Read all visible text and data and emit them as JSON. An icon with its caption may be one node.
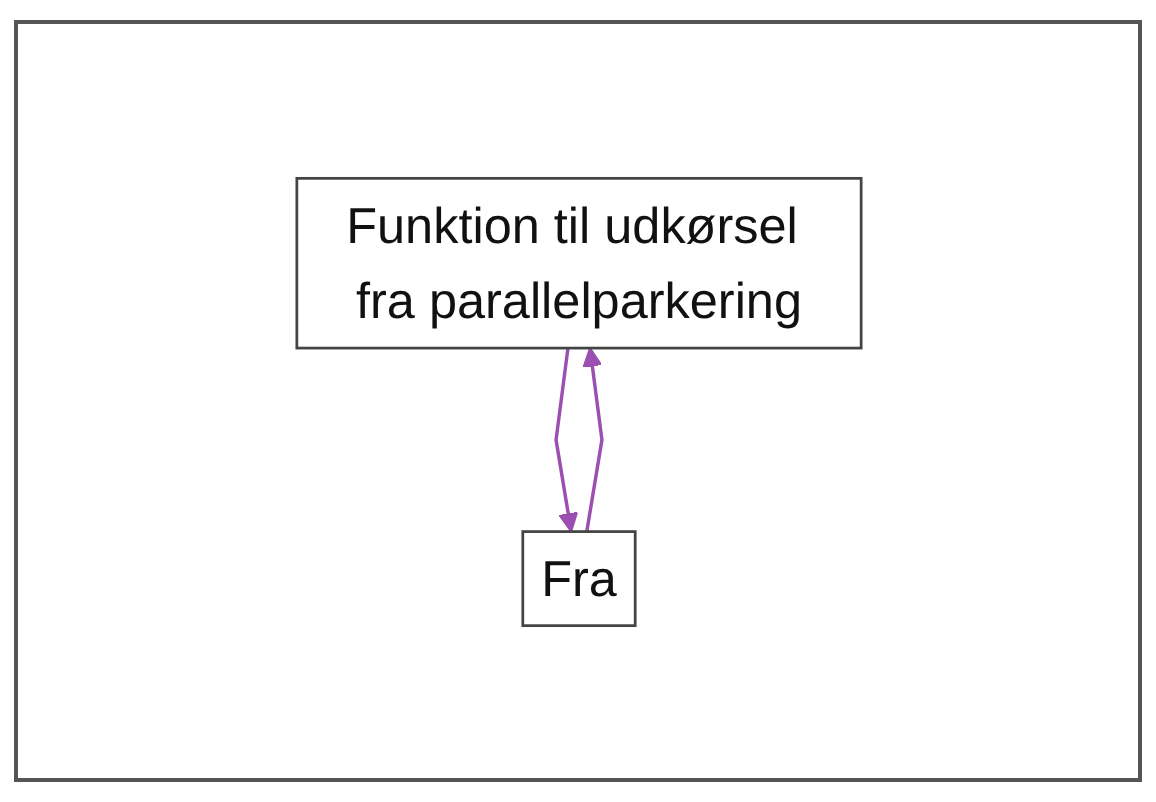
{
  "diagram": {
    "nodes": [
      {
        "text": [
          "Funktion til udkørsel fra parallelparkering"
        ]
      },
      {
        "text": [
          "Fra"
        ]
      }
    ],
    "edges": [
      {
        "from": 0,
        "to": 1,
        "arrow": "to"
      },
      {
        "from": 1,
        "to": 0,
        "arrow": "to"
      }
    ]
  }
}
